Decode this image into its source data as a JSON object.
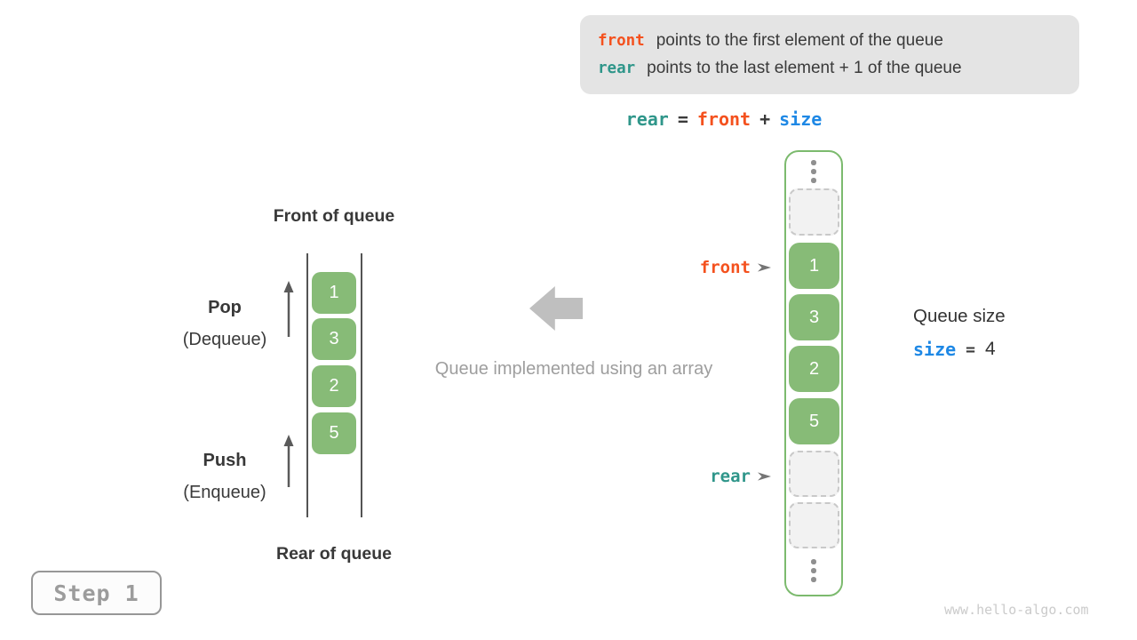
{
  "legend": {
    "lines": [
      {
        "keyword": "front",
        "text": "points to the first element of the queue"
      },
      {
        "keyword": "rear",
        "text": "points to the last element + 1 of the queue"
      }
    ]
  },
  "formula": {
    "lhs": "rear",
    "eq": "=",
    "addend1": "front",
    "plus": "+",
    "addend2": "size"
  },
  "left_queue": {
    "front_label": "Front of queue",
    "rear_label": "Rear of queue",
    "pop_label": "Pop",
    "pop_sublabel": "(Dequeue)",
    "push_label": "Push",
    "push_sublabel": "(Enqueue)",
    "values": [
      "1",
      "3",
      "2",
      "5"
    ]
  },
  "center": {
    "caption": "Queue implemented using an array"
  },
  "array": {
    "front_pointer": "front",
    "rear_pointer": "rear",
    "values": [
      "1",
      "3",
      "2",
      "5"
    ]
  },
  "size_info": {
    "label": "Queue size",
    "variable": "size",
    "equals": "=",
    "value": "4"
  },
  "step_label": "Step 1",
  "watermark": "www.hello-algo.com",
  "colors": {
    "front_orange": "#F4511E",
    "rear_teal": "#2F968A",
    "size_blue": "#1E88E5",
    "cell_green": "#87BB77",
    "container_border_green": "#7CBA6E",
    "legend_bg": "#E4E4E4"
  }
}
